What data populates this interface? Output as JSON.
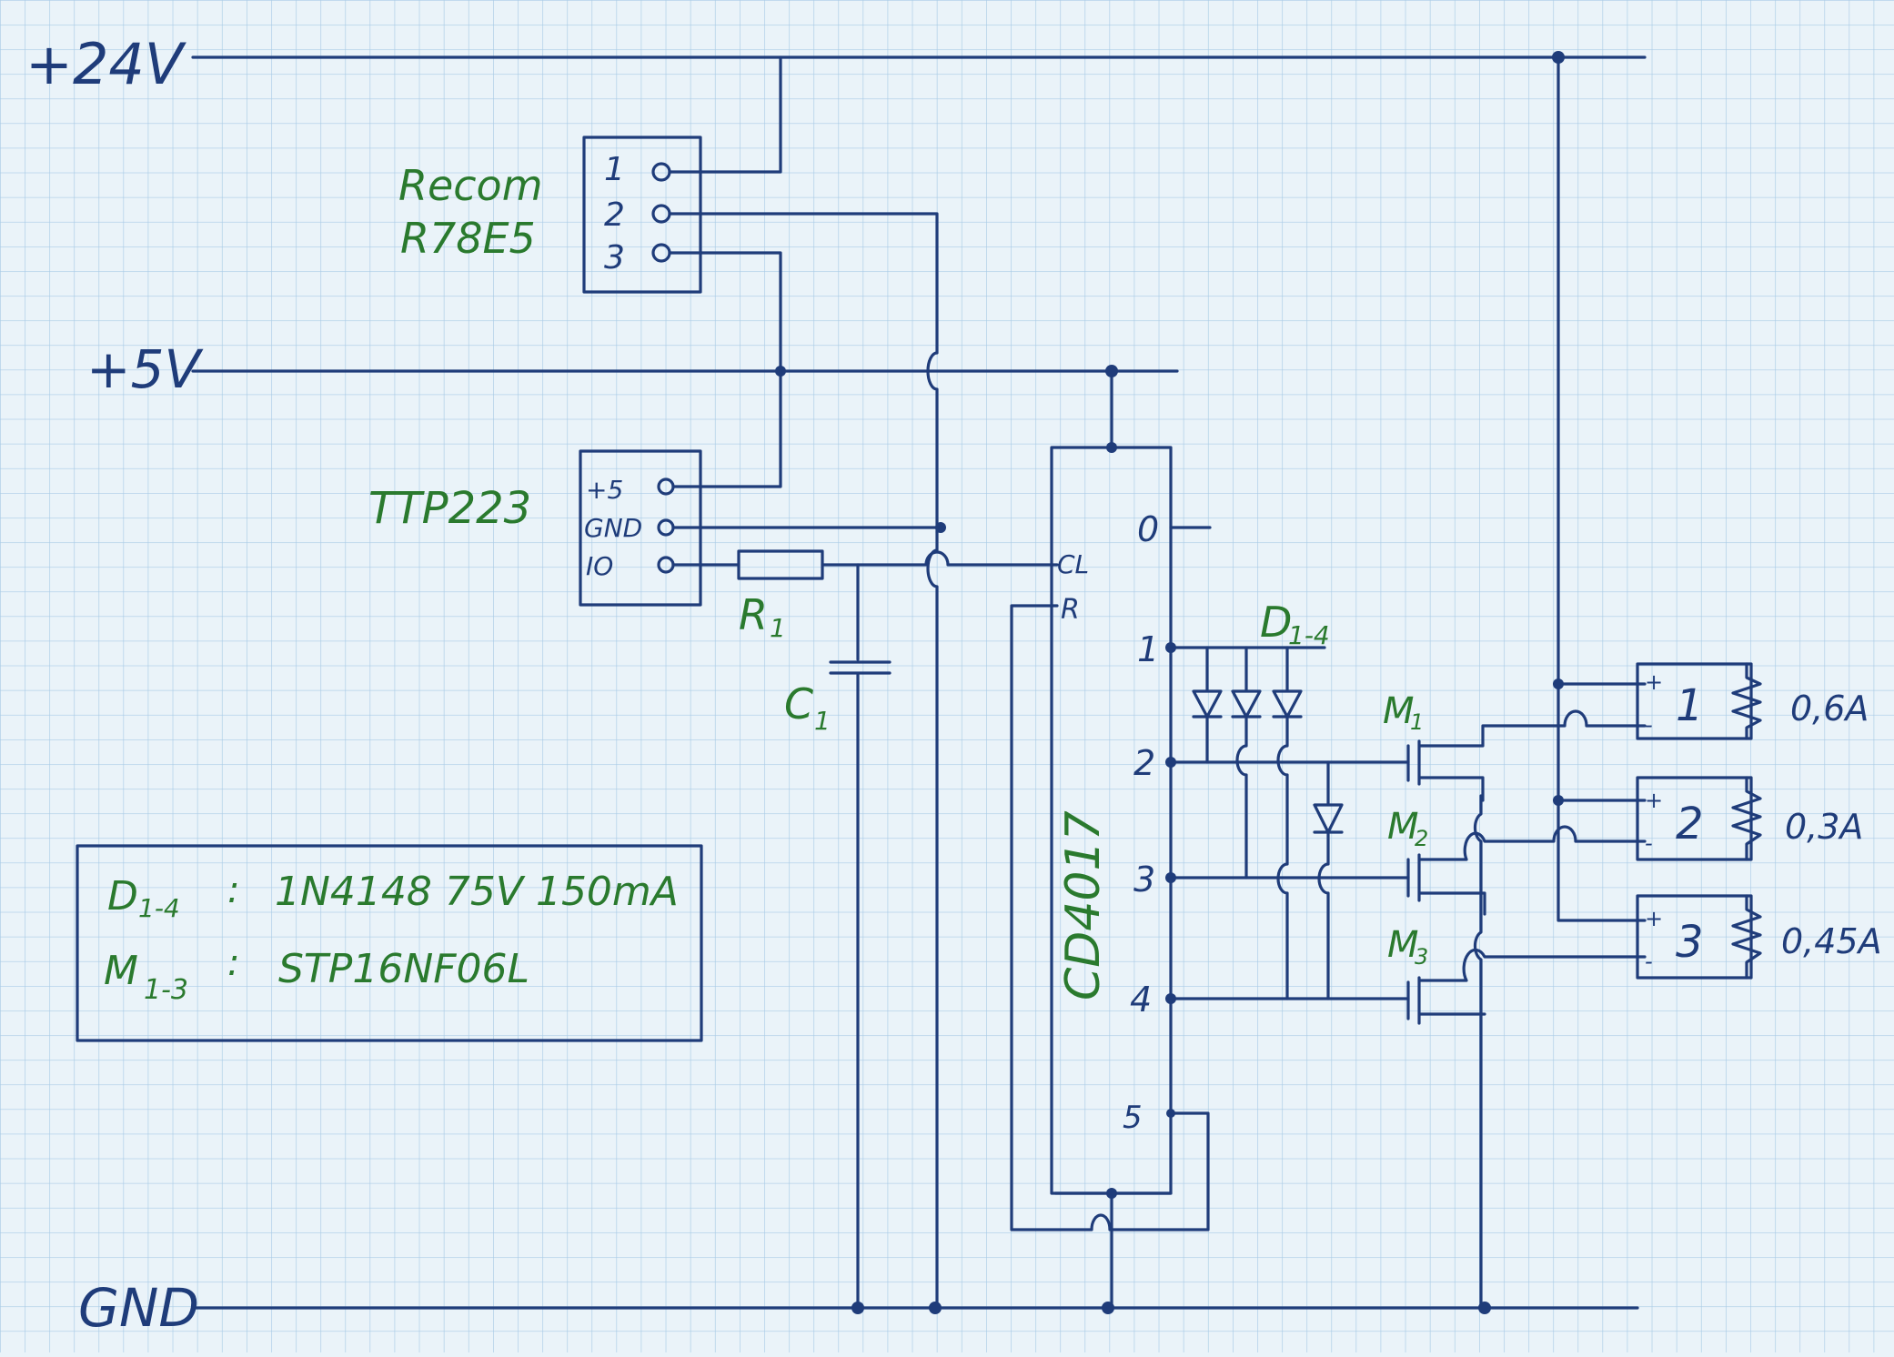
{
  "rails": {
    "v24": "+24V",
    "v5": "+5V",
    "gnd": "GND"
  },
  "regulator": {
    "name_line1": "Recom",
    "name_line2": "R78E5",
    "pins": [
      "1",
      "2",
      "3"
    ]
  },
  "touch_sensor": {
    "name": "TTP223",
    "pins": [
      "+5",
      "GND",
      "IO"
    ]
  },
  "counter": {
    "name": "CD4017",
    "input_pins": [
      "CL",
      "R"
    ],
    "output_pins": [
      "0",
      "1",
      "2",
      "3",
      "4",
      "5"
    ]
  },
  "components": {
    "resistor": "R",
    "resistor_sub": "1",
    "capacitor": "C",
    "capacitor_sub": "1",
    "diodes": "D",
    "diodes_sub": "1-4",
    "mosfets": [
      {
        "label": "M",
        "sub": "1"
      },
      {
        "label": "M",
        "sub": "2"
      },
      {
        "label": "M",
        "sub": "3"
      }
    ]
  },
  "loads": [
    {
      "number": "1",
      "current": "0,6A"
    },
    {
      "number": "2",
      "current": "0,3A"
    },
    {
      "number": "3",
      "current": "0,45A"
    }
  ],
  "load_polarity": [
    "+",
    "-"
  ],
  "legend": [
    {
      "ref": "D",
      "ref_sub": "1-4",
      "sep": ":",
      "value": "1N4148  75V  150mA"
    },
    {
      "ref": "M",
      "ref_sub": "1-3",
      "sep": ":",
      "value": "STP16NF06L"
    }
  ]
}
